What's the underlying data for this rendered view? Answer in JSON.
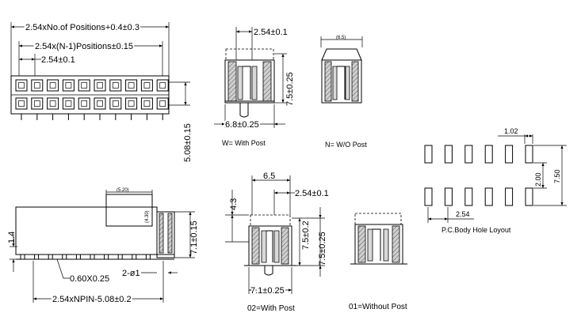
{
  "top_view": {
    "dim_overall": "2.54xNo.of Positions+0.4±0.3",
    "dim_rows": "2.54x(N-1)Positions±0.15",
    "dim_pitch": "2.54±0.1",
    "dim_row_spacing": "5.08±0.15"
  },
  "with_post_view": {
    "dim_pitch": "2.54±0.1",
    "dim_height": "7.5±0.25",
    "dim_width": "6.8±0.25",
    "caption": "W= With Post"
  },
  "without_post_view": {
    "dim_top": "(6.5)",
    "caption": "N= W/O Post"
  },
  "hole_layout": {
    "dim_hole": "1.02",
    "dim_pitch": "2.54",
    "dim_row": "2.00",
    "dim_total": "7.50",
    "caption": "P.C.Body Hole Loyout"
  },
  "side_view": {
    "dim_box_w": "(5.20)",
    "dim_box_h": "(4.30)",
    "dim_standoff": "1.4",
    "dim_pin": "0.60X0.25",
    "dim_post": "2-ø1",
    "dim_length": "2.54xNPIN-5.08±0.2",
    "dim_height": "7.1±0.15"
  },
  "view_02": {
    "dim_width": "6.5",
    "dim_pitch": "2.54±0.1",
    "dim_top": "4.3",
    "dim_height_a": "7.5±0.2",
    "dim_height_b": "7.5±0.25",
    "dim_bottom": "7.1±0.25",
    "caption": "02=With Post"
  },
  "view_01": {
    "caption": "01=Without Post"
  }
}
